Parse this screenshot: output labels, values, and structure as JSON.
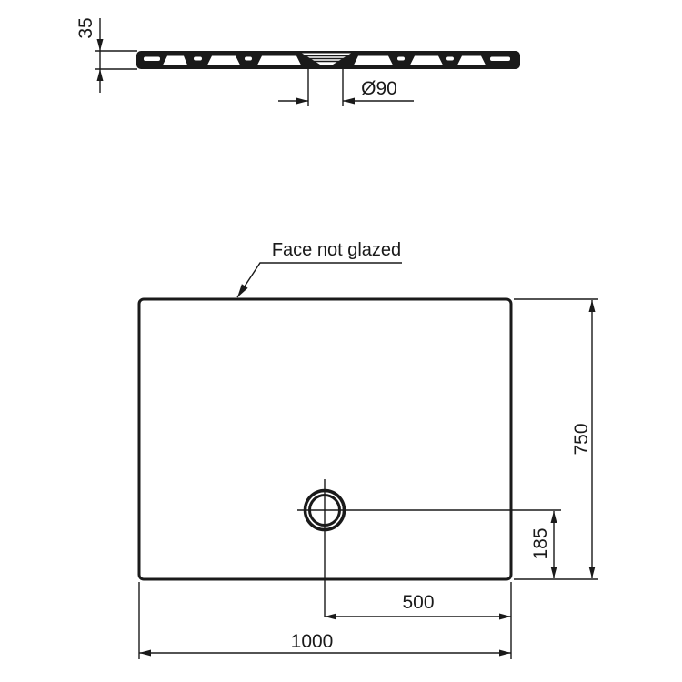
{
  "drawing": {
    "note": {
      "label": "Face not glazed"
    },
    "side_view": {
      "thickness": "35",
      "drain_diameter": "Ø90"
    },
    "plan_view": {
      "width": "1000",
      "height": "750",
      "drain_offset_from_right": "500",
      "drain_offset_from_bottom": "185"
    },
    "colors": {
      "line": "#1a1a1a",
      "background": "#ffffff"
    }
  }
}
